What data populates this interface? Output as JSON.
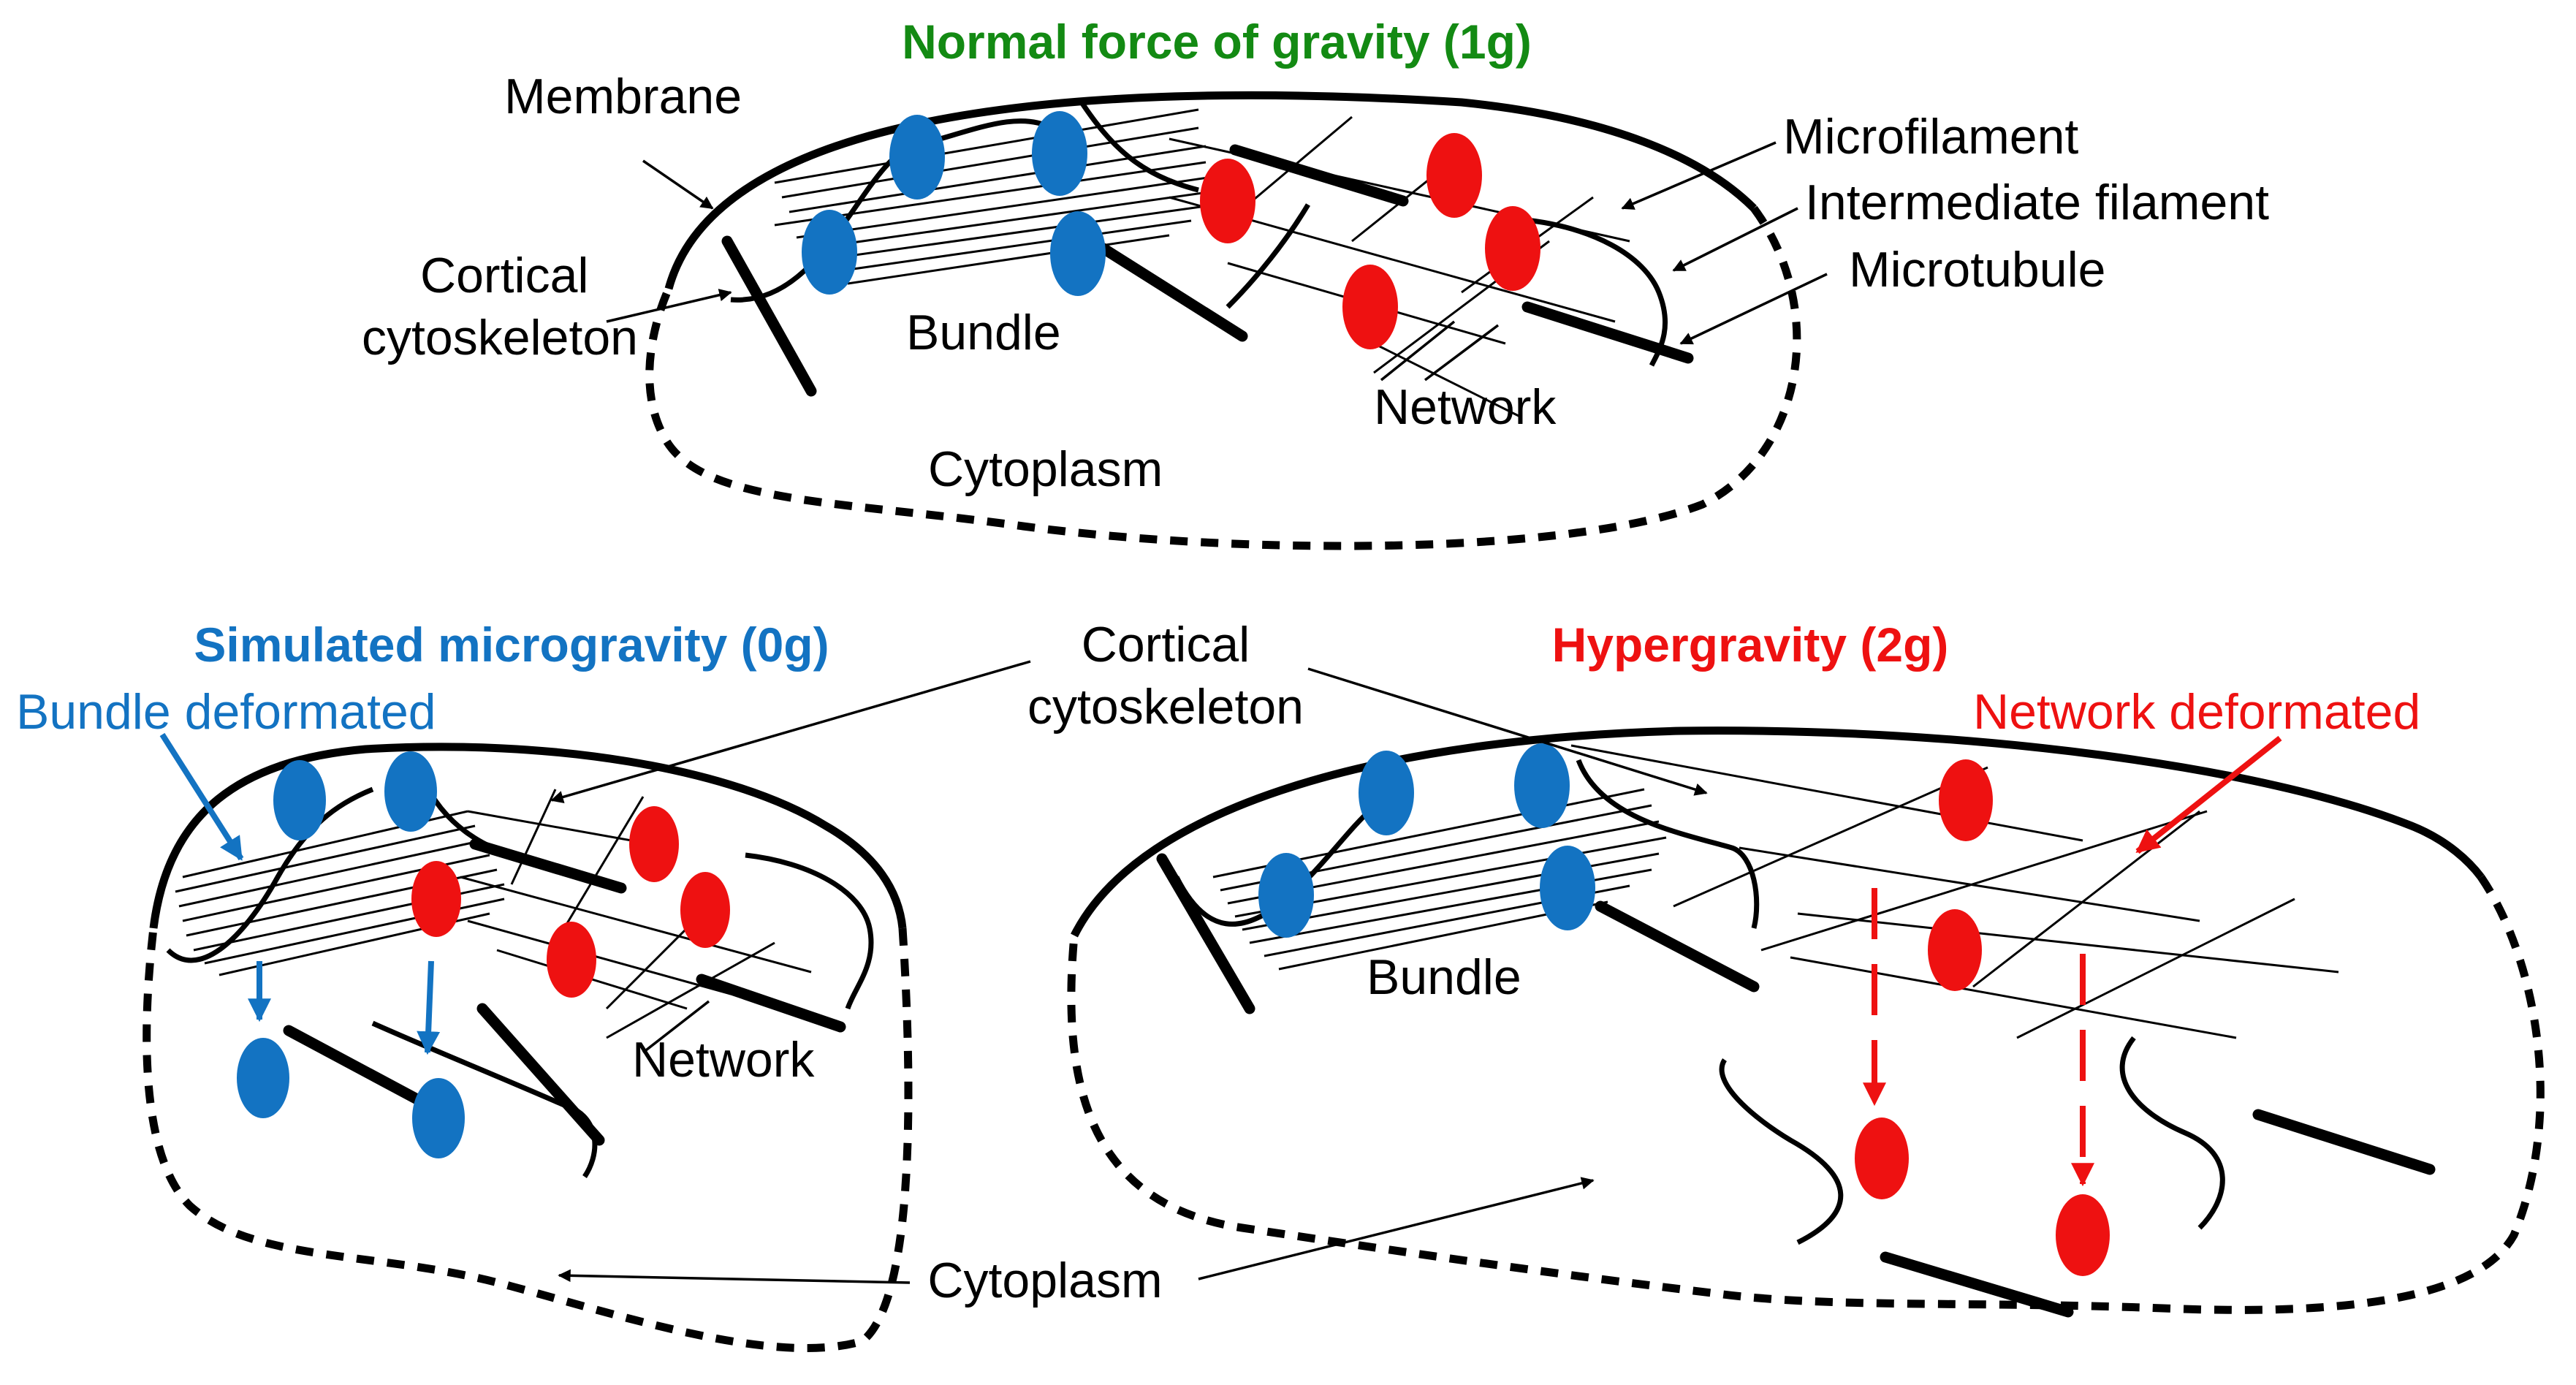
{
  "colors": {
    "green": "#138a13",
    "blue": "#1373c2",
    "red": "#ee1111",
    "black": "#000000"
  },
  "top_panel": {
    "title": "Normal force of gravity (1g)",
    "membrane": "Membrane",
    "cortical_line1": "Cortical",
    "cortical_line2": "cytoskeleton",
    "bundle": "Bundle",
    "network": "Network",
    "cytoplasm": "Cytoplasm",
    "microfilament": "Microfilament",
    "intermediate_filament": "Intermediate filament",
    "microtubule": "Microtubule"
  },
  "left_panel": {
    "title": "Simulated microgravity (0g)",
    "bundle_deformated": "Bundle deformated",
    "network": "Network"
  },
  "right_panel": {
    "title": "Hypergravity (2g)",
    "network_deformated": "Network deformated",
    "bundle": "Bundle"
  },
  "shared": {
    "cortical_line1": "Cortical",
    "cortical_line2": "cytoskeleton",
    "cytoplasm": "Cytoplasm"
  }
}
